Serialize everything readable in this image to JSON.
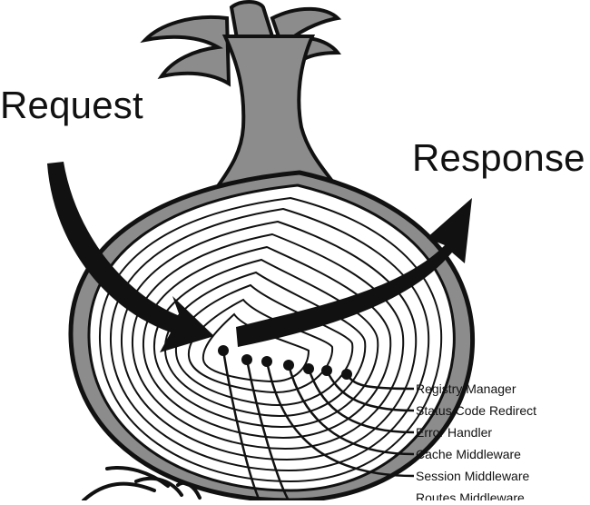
{
  "diagram": {
    "request_label": "Request",
    "response_label": "Response",
    "layers": [
      "Registry Manager",
      "Status Code Redirect",
      "Error Handler",
      "Cache Middleware",
      "Session Middleware",
      "Routes Middleware"
    ]
  },
  "colors": {
    "ink": "#111111",
    "outer_skin": "#8c8c8c",
    "flesh": "#ffffff",
    "background": "#ffffff"
  }
}
